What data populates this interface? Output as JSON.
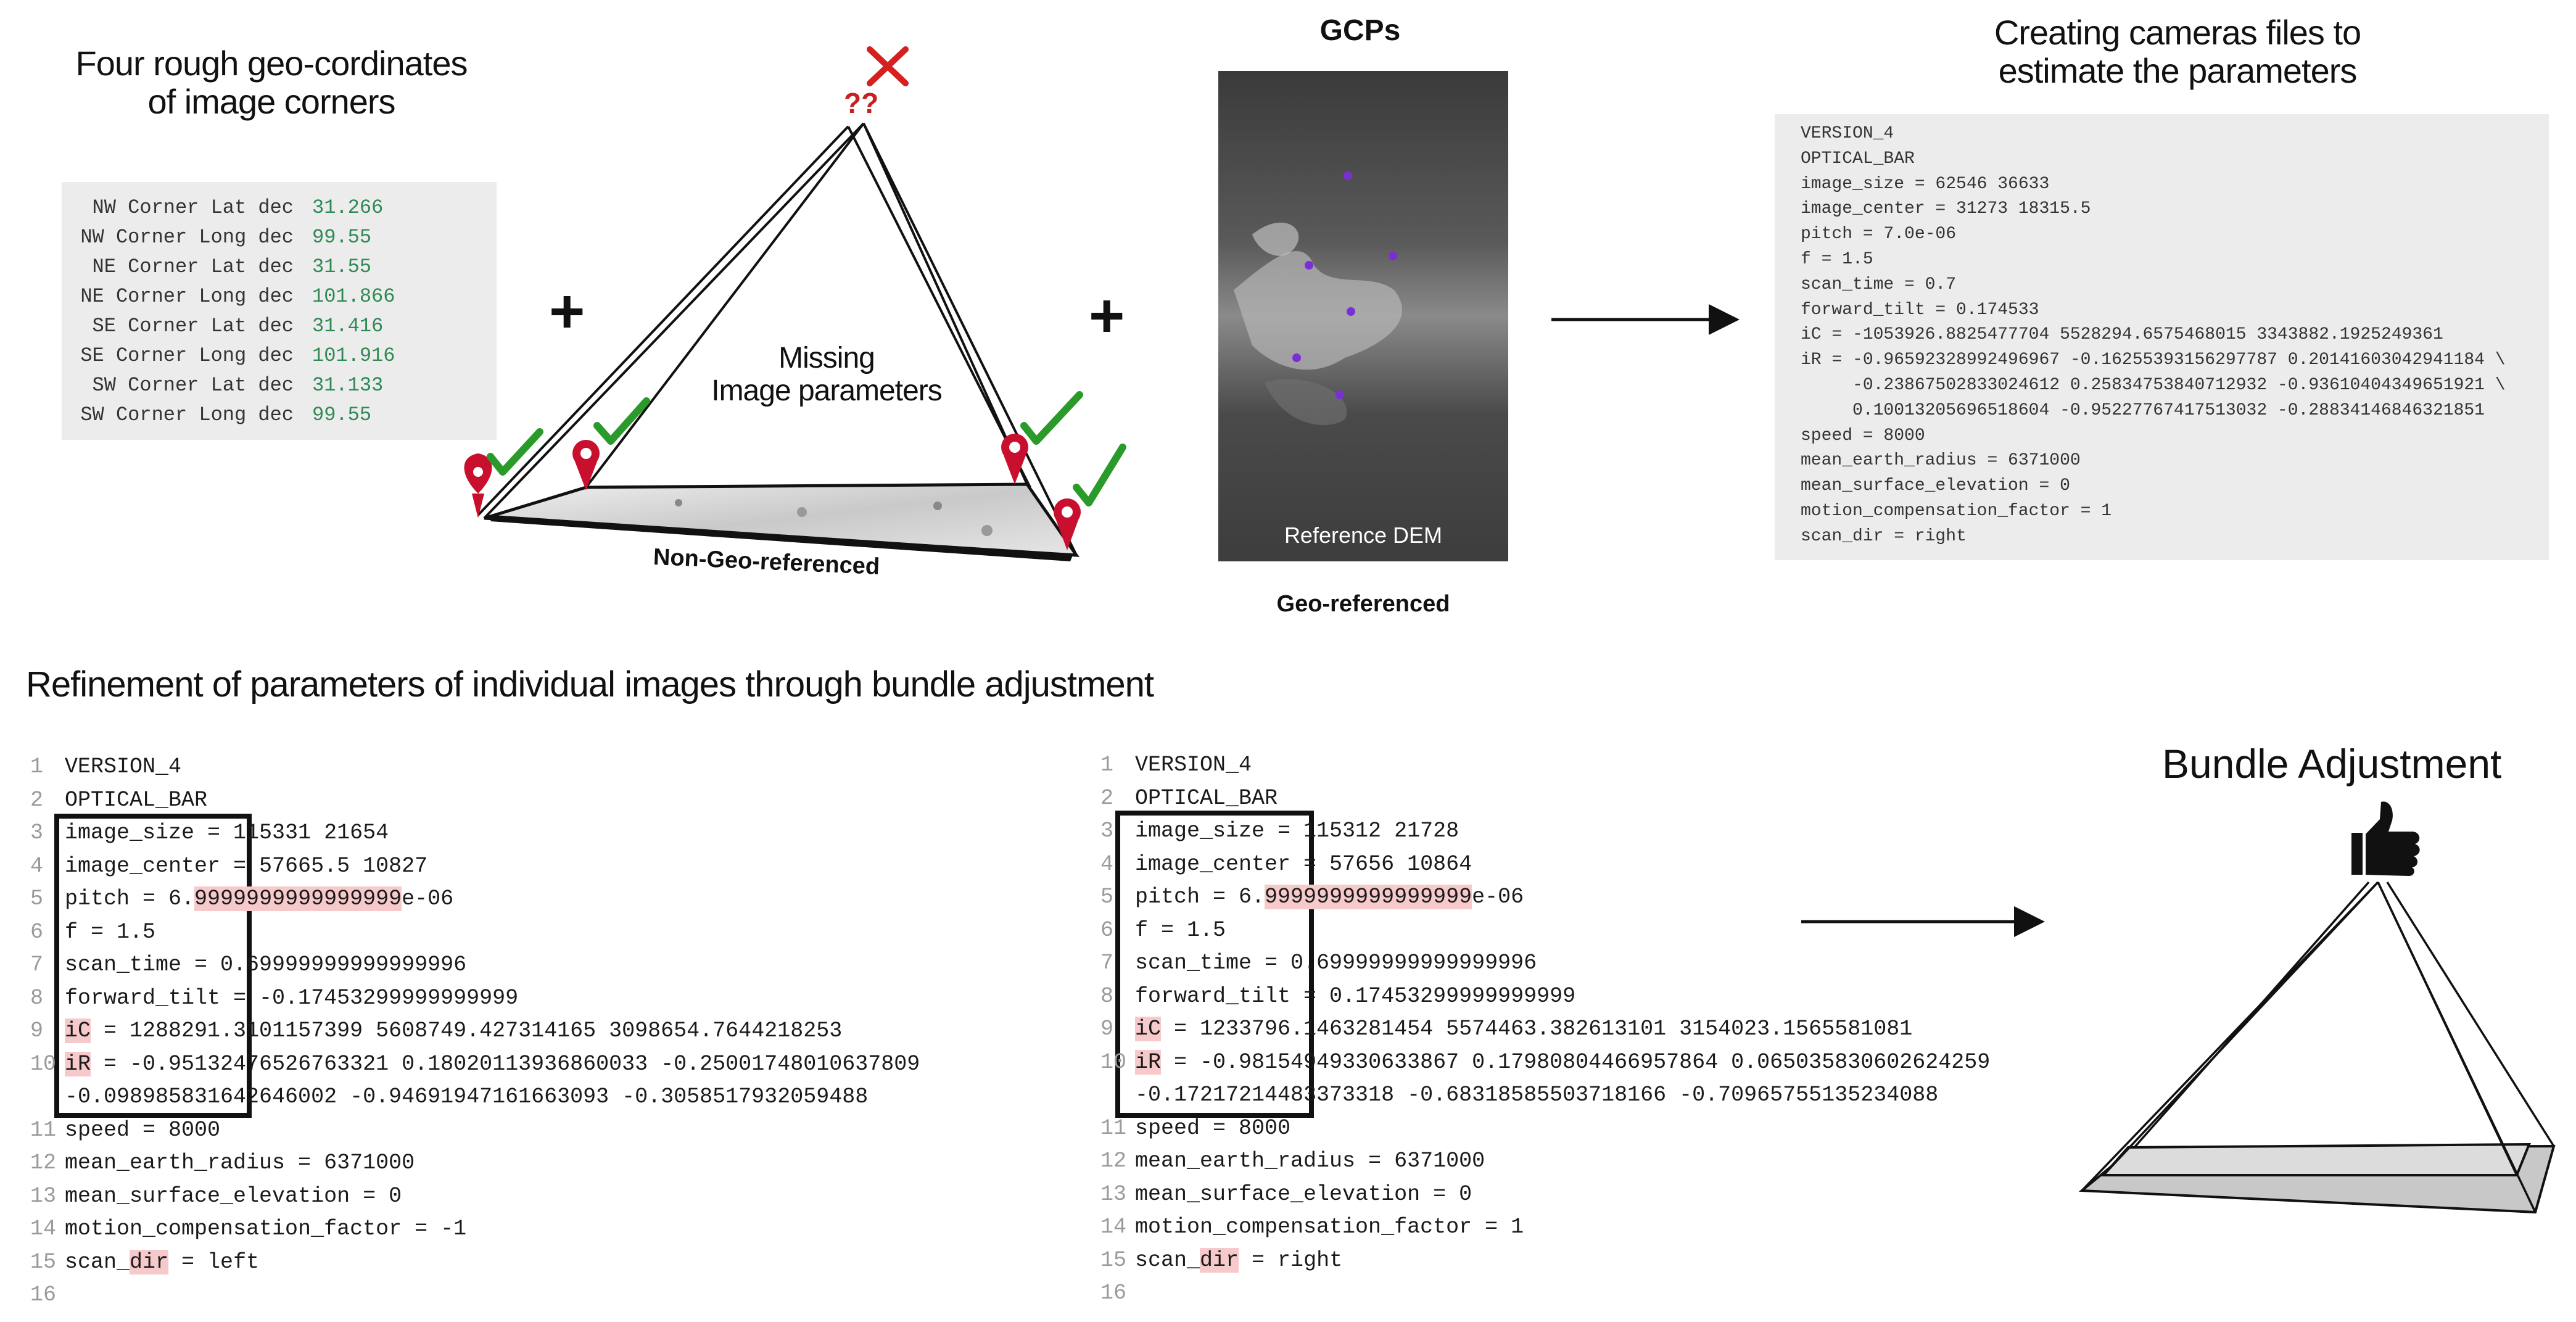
{
  "titles": {
    "four_corners": "Four rough geo-cordinates\nof image corners",
    "gcps": "GCPs",
    "creating_cameras": "Creating cameras files to\nestimate the parameters",
    "refinement": "Refinement of parameters of individual images through bundle adjustment",
    "bundle_adjustment": "Bundle Adjustment"
  },
  "labels": {
    "question_marks": "??",
    "missing_params": "Missing\nImage parameters",
    "non_geo": "Non-Geo-referenced",
    "reference_dem": "Reference DEM",
    "geo_referenced": "Geo-referenced",
    "plus": "+"
  },
  "corners": [
    {
      "key": "NW Corner Lat dec",
      "value": "31.266"
    },
    {
      "key": "NW Corner Long dec",
      "value": "99.55"
    },
    {
      "key": "NE Corner Lat dec",
      "value": "31.55"
    },
    {
      "key": "NE Corner Long dec",
      "value": "101.866"
    },
    {
      "key": "SE Corner Lat dec",
      "value": "31.416"
    },
    {
      "key": "SE Corner Long dec",
      "value": "101.916"
    },
    {
      "key": "SW Corner Lat dec",
      "value": "31.133"
    },
    {
      "key": "SW Corner Long dec",
      "value": "99.55"
    }
  ],
  "camera_file": [
    "VERSION_4",
    "OPTICAL_BAR",
    "image_size = 62546 36633",
    "image_center = 31273 18315.5",
    "pitch = 7.0e-06",
    "f = 1.5",
    "scan_time = 0.7",
    "forward_tilt = 0.174533",
    "iC = -1053926.8825477704 5528294.6575468015 3343882.1925249361",
    "iR = -0.96592328992496967 -0.16255393156297787 0.20141603042941184 \\",
    "     -0.23867502833024612 0.25834753840712932 -0.93610404349651921 \\",
    "     0.10013205696518604 -0.95227767417513032 -0.28834146846321851",
    "speed = 8000",
    "mean_earth_radius = 6371000",
    "mean_surface_elevation = 0",
    "motion_compensation_factor = 1",
    "scan_dir = right"
  ],
  "code_left": [
    {
      "n": "1",
      "segs": [
        {
          "t": "VERSION_4"
        }
      ]
    },
    {
      "n": "2",
      "segs": [
        {
          "t": "OPTICAL_BAR"
        }
      ]
    },
    {
      "n": "3",
      "segs": [
        {
          "t": "image_size = 115331 21654"
        }
      ]
    },
    {
      "n": "4",
      "segs": [
        {
          "t": "image_center = 57665.5 10827"
        }
      ]
    },
    {
      "n": "5",
      "segs": [
        {
          "t": "pitch = 6."
        },
        {
          "t": "9999999999999999",
          "hl": true
        },
        {
          "t": "e-06"
        }
      ]
    },
    {
      "n": "6",
      "segs": [
        {
          "t": "f = 1.5"
        }
      ]
    },
    {
      "n": "7",
      "segs": [
        {
          "t": "scan_time = 0.69999999999999996"
        }
      ]
    },
    {
      "n": "8",
      "segs": [
        {
          "t": "forward_tilt = -0.17453299999999999"
        }
      ]
    },
    {
      "n": "9",
      "segs": [
        {
          "t": "iC",
          "hl": true
        },
        {
          "t": " = 1288291.3101157399 5608749.427314165 3098654.7644218253"
        }
      ]
    },
    {
      "n": "10",
      "segs": [
        {
          "t": "iR",
          "hl": true
        },
        {
          "t": " = -0.95132476526763321 0.18020113936860033 -0.25001748010637809"
        }
      ]
    },
    {
      "n": "",
      "segs": [
        {
          "t": "-0.098985831642646002 -0.94691947161663093 -0.3058517932059488"
        }
      ]
    },
    {
      "n": "11",
      "segs": [
        {
          "t": "speed = 8000"
        }
      ]
    },
    {
      "n": "12",
      "segs": [
        {
          "t": "mean_earth_radius = 6371000"
        }
      ]
    },
    {
      "n": "13",
      "segs": [
        {
          "t": "mean_surface_elevation = 0"
        }
      ]
    },
    {
      "n": "14",
      "segs": [
        {
          "t": "motion_compensation_factor = -1"
        }
      ]
    },
    {
      "n": "15",
      "segs": [
        {
          "t": "scan_"
        },
        {
          "t": "dir",
          "hl": true
        },
        {
          "t": " = left"
        }
      ]
    },
    {
      "n": "16",
      "segs": [
        {
          "t": ""
        }
      ]
    }
  ],
  "code_right": [
    {
      "n": "1",
      "segs": [
        {
          "t": "VERSION_4"
        }
      ]
    },
    {
      "n": "2",
      "segs": [
        {
          "t": "OPTICAL_BAR"
        }
      ]
    },
    {
      "n": "3",
      "segs": [
        {
          "t": "image_size = 115312 21728"
        }
      ]
    },
    {
      "n": "4",
      "segs": [
        {
          "t": "image_center = 57656 10864"
        }
      ]
    },
    {
      "n": "5",
      "segs": [
        {
          "t": "pitch = 6."
        },
        {
          "t": "9999999999999999",
          "hl": true
        },
        {
          "t": "e-06"
        }
      ]
    },
    {
      "n": "6",
      "segs": [
        {
          "t": "f = 1.5"
        }
      ]
    },
    {
      "n": "7",
      "segs": [
        {
          "t": "scan_time = 0.69999999999999996"
        }
      ]
    },
    {
      "n": "8",
      "segs": [
        {
          "t": "forward_tilt = 0.17453299999999999"
        }
      ]
    },
    {
      "n": "9",
      "segs": [
        {
          "t": "iC",
          "hl": true
        },
        {
          "t": " = 1233796.1463281454 5574463.382613101 3154023.1565581081"
        }
      ]
    },
    {
      "n": "10",
      "segs": [
        {
          "t": "iR",
          "hl": true
        },
        {
          "t": " = -0.98154949330633867 0.17980804466957864 0.065035830602624259"
        }
      ]
    },
    {
      "n": "",
      "segs": [
        {
          "t": "-0.17217214483373318 -0.68318585503718166 -0.70965755135234088"
        }
      ]
    },
    {
      "n": "11",
      "segs": [
        {
          "t": "speed = 8000"
        }
      ]
    },
    {
      "n": "12",
      "segs": [
        {
          "t": "mean_earth_radius = 6371000"
        }
      ]
    },
    {
      "n": "13",
      "segs": [
        {
          "t": "mean_surface_elevation = 0"
        }
      ]
    },
    {
      "n": "14",
      "segs": [
        {
          "t": "motion_compensation_factor = 1"
        }
      ]
    },
    {
      "n": "15",
      "segs": [
        {
          "t": "scan_"
        },
        {
          "t": "dir",
          "hl": true
        },
        {
          "t": " = right"
        }
      ]
    },
    {
      "n": "16",
      "segs": [
        {
          "t": ""
        }
      ]
    }
  ],
  "colors": {
    "check": "#2a9a2a",
    "pin": "#c8102e",
    "cross": "#d42020",
    "value_green": "#2e8a53",
    "highlight": "#f6c9cb"
  }
}
